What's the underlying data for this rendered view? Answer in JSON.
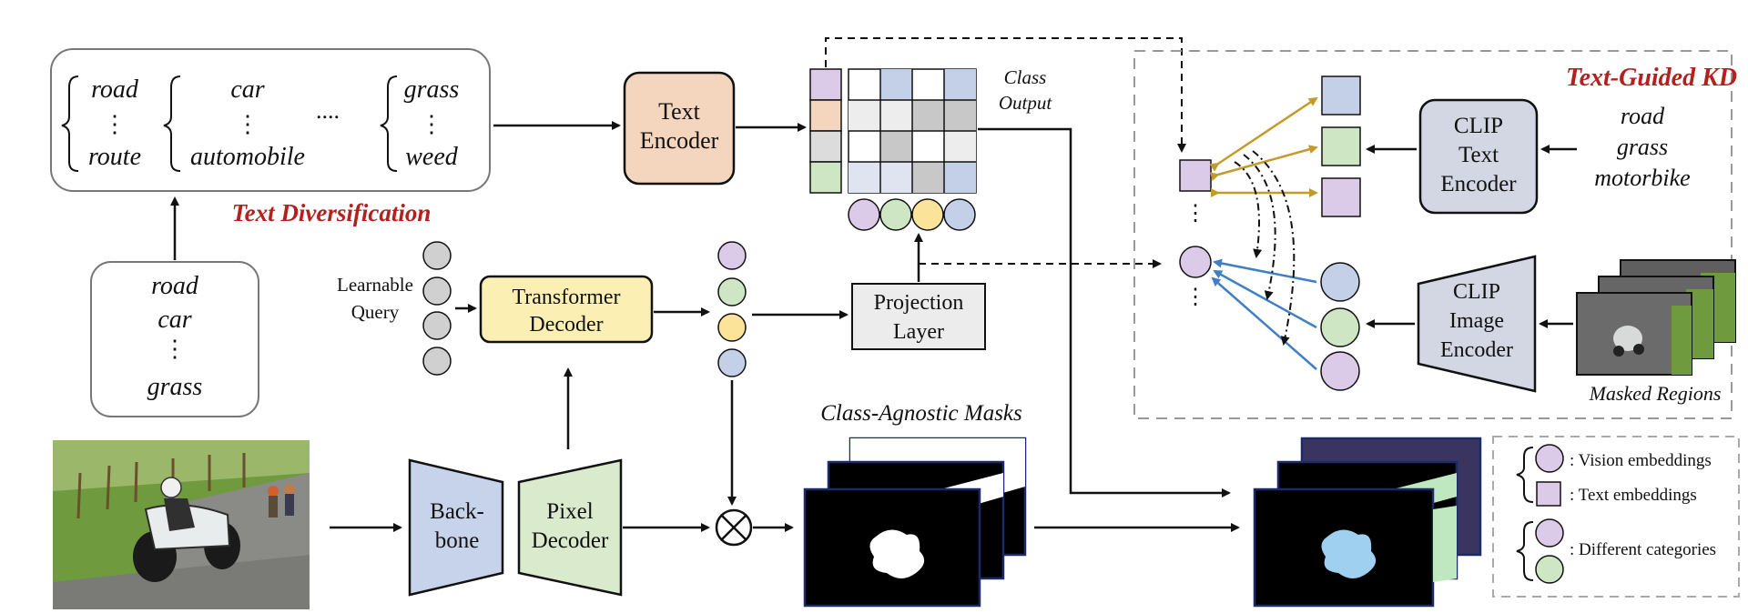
{
  "text_diversification": {
    "group1_top": "road",
    "group1_bottom": "route",
    "group2_top": "car",
    "group2_bottom": "automobile",
    "ellipsis": "....",
    "group3_top": "grass",
    "group3_bottom": "weed",
    "title": "Text Diversification"
  },
  "class_names": {
    "line1": "road",
    "line2": "car",
    "line3": "grass"
  },
  "text_encoder": {
    "line1": "Text",
    "line2": "Encoder"
  },
  "class_output": {
    "line1": "Class",
    "line2": "Output"
  },
  "learnable_query": {
    "line1": "Learnable",
    "line2": "Query"
  },
  "transformer_decoder": {
    "line1": "Transformer",
    "line2": "Decoder"
  },
  "projection_layer": {
    "line1": "Projection",
    "line2": "Layer"
  },
  "backbone": {
    "line1": "Back-",
    "line2": "bone"
  },
  "pixel_decoder": {
    "line1": "Pixel",
    "line2": "Decoder"
  },
  "class_agnostic_masks": "Class-Agnostic Masks",
  "kd": {
    "title": "Text-Guided KD",
    "clip_text_encoder": {
      "line1": "CLIP",
      "line2": "Text",
      "line3": "Encoder"
    },
    "clip_image_encoder": {
      "line1": "CLIP",
      "line2": "Image",
      "line3": "Encoder"
    },
    "words": [
      "road",
      "grass",
      "motorbike"
    ],
    "masked_regions": "Masked Regions"
  },
  "legend": {
    "vision": ": Vision embeddings",
    "text": ": Text embeddings",
    "categories": ": Different categories"
  },
  "colors": {
    "purple": "#dccbe8",
    "green": "#cfe6c5",
    "yellow": "#fbe39a",
    "blue": "#c4cfe8",
    "orange": "#f4d5bd",
    "gray": "#dcdcdc",
    "transformer": "#fcefb4",
    "backbone": "#c7d3ea",
    "pixel_decoder": "#d9ebcc",
    "clip_box": "#d3d7e4",
    "gold_arrow": "#c49a2a",
    "blue_arrow": "#3f7fc4",
    "red_title": "#b3211e"
  }
}
